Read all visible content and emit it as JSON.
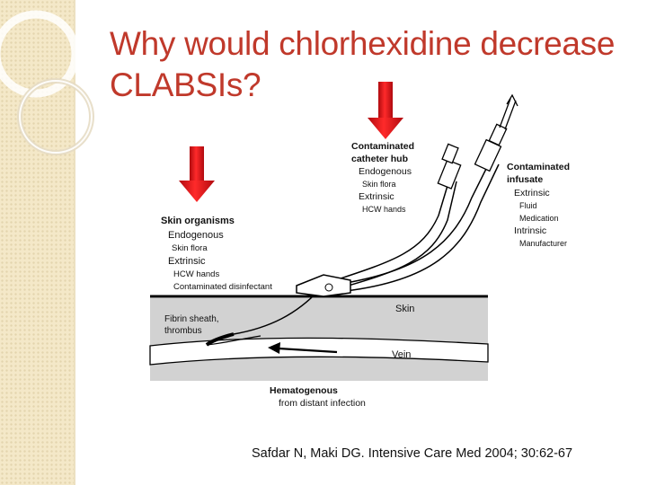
{
  "slide": {
    "title_lines": [
      "Why would chlorhexidine decrease",
      "CLABSIs?"
    ],
    "citation": "Safdar N, Maki DG. Intensive Care Med 2004; 30:62-67"
  },
  "diagram": {
    "skin_organisms": {
      "heading": "Skin organisms",
      "endogenous": "Endogenous",
      "skin_flora": "Skin flora",
      "extrinsic": "Extrinsic",
      "hcw_hands": "HCW hands",
      "contaminated_disinfectant": "Contaminated  disinfectant"
    },
    "catheter_hub": {
      "heading_line1": "Contaminated",
      "heading_line2": "catheter hub",
      "endogenous": "Endogenous",
      "skin_flora": "Skin flora",
      "extrinsic": "Extrinsic",
      "hcw_hands": "HCW hands"
    },
    "infusate": {
      "heading_line1": "Contaminated",
      "heading_line2": "infusate",
      "extrinsic": "Extrinsic",
      "fluid": "Fluid",
      "medication": "Medication",
      "intrinsic": "Intrinsic",
      "manufacturer": "Manufacturer"
    },
    "fibrin_line1": "Fibrin sheath,",
    "fibrin_line2": "thrombus",
    "skin_label": "Skin",
    "vein_label": "Vein",
    "hematogenous": {
      "heading": "Hematogenous",
      "detail": "from distant infection"
    },
    "arrow_color": "#e0141a"
  }
}
